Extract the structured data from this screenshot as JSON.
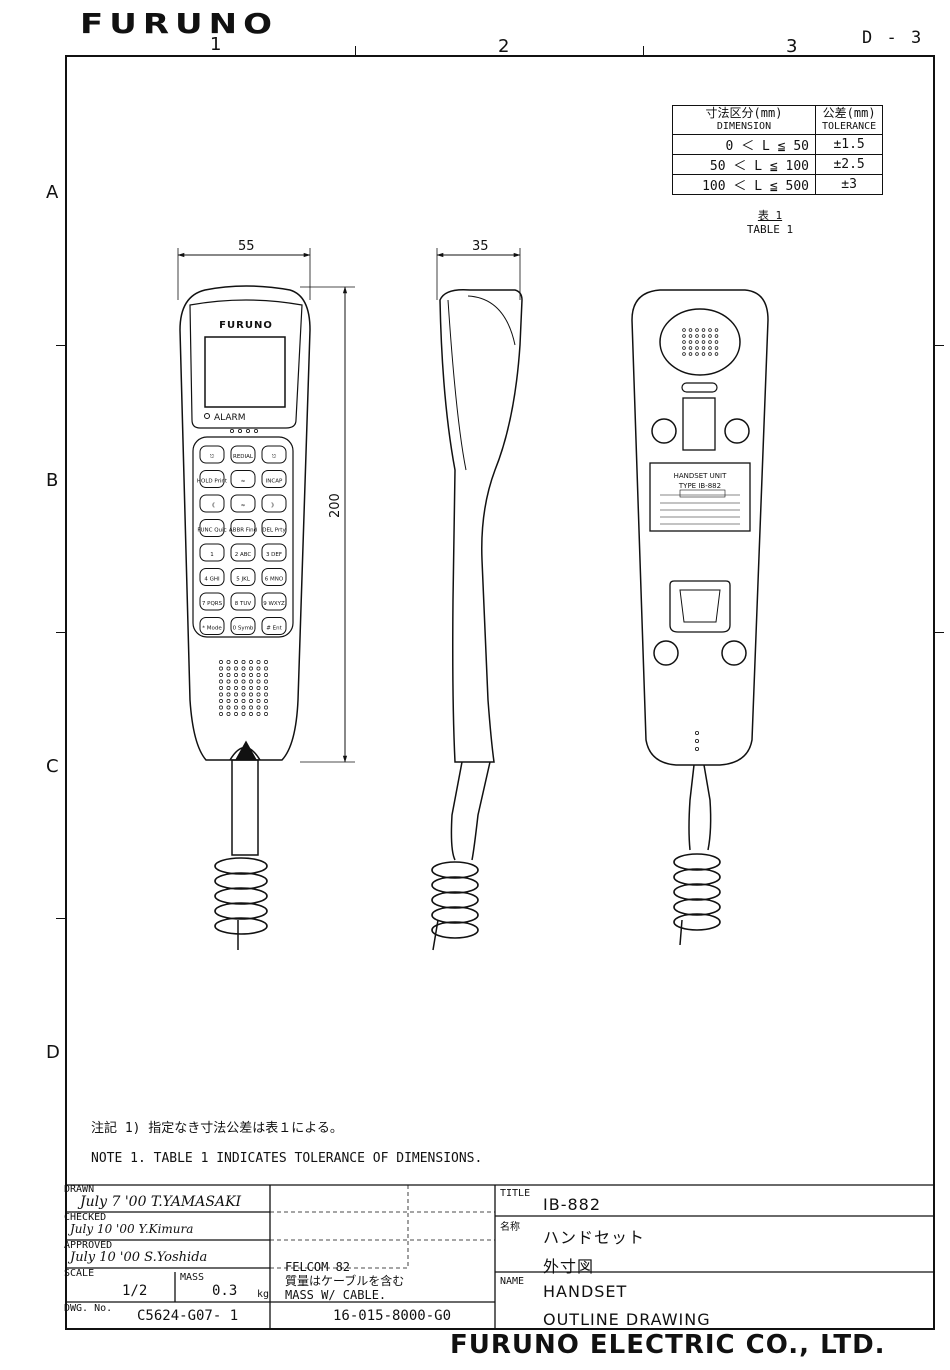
{
  "header": {
    "logo": "FURUNO",
    "page_id": "D - 3",
    "grid_cols": [
      "1",
      "2",
      "3"
    ],
    "grid_rows": [
      "A",
      "B",
      "C",
      "D"
    ]
  },
  "tolerance_table": {
    "col1_header": "寸法区分(mm)",
    "col1_sub": "DIMENSION",
    "col2_header": "公差(mm)",
    "col2_sub": "TOLERANCE",
    "rows": [
      {
        "range": "0 ＜ L ≦ 50",
        "tol": "±1.5"
      },
      {
        "range": "50 ＜ L ≦ 100",
        "tol": "±2.5"
      },
      {
        "range": "100 ＜ L ≦ 500",
        "tol": "±3"
      }
    ],
    "caption_jp": "表 1",
    "caption_en": "TABLE 1"
  },
  "dimensions": {
    "width": "55",
    "depth": "35",
    "height": "200"
  },
  "handset": {
    "brand": "FURUNO",
    "alarm": "ALARM",
    "keys": [
      [
        "⎋",
        "REDIAL",
        "⎋"
      ],
      [
        "HOLD Print",
        "≈",
        "INCAP"
      ],
      [
        "《",
        "≈",
        "》"
      ],
      [
        "FUNC Quic",
        "ABBR Find",
        "DEL Prty"
      ],
      [
        "1",
        "2 ABC",
        "3 DEF"
      ],
      [
        "4 GHI",
        "5 JKL",
        "6 MNO"
      ],
      [
        "7 PQRS",
        "8 TUV",
        "9 WXYZ"
      ],
      [
        "* Mode",
        "0 Symb",
        "# Ent"
      ]
    ],
    "label_plate": {
      "line1": "HANDSET UNIT",
      "line2": "TYPE IB-882"
    }
  },
  "notes": {
    "jp": "注記  1) 指定なき寸法公差は表１による。",
    "en": "NOTE 1. TABLE 1 INDICATES TOLERANCE OF DIMENSIONS."
  },
  "title_block": {
    "drawn_label": "DRAWN",
    "drawn_sig": "July 7 '00  T.YAMASAKI",
    "checked_label": "CHECKED",
    "checked_sig": "July 10 '00  Y.Kimura",
    "approved_label": "APPROVED",
    "approved_sig": "July 10 '00  S.Yoshida",
    "scale_label": "SCALE",
    "scale_value": "1/2",
    "mass_label": "MASS",
    "mass_value": "0.3",
    "mass_unit": "kg",
    "product": "FELCOM 82",
    "mass_note_jp": "質量はケーブルを含む",
    "mass_note_en": "MASS W/ CABLE.",
    "dwg_label": "DWG. No.",
    "dwg_no": "C5624-G07- 1",
    "part_no": "16-015-8000-G0",
    "title_label": "TITLE",
    "title_value": "IB-882",
    "name_jp_label": "名称",
    "name_jp_1": "ハンドセット",
    "name_jp_2": "外寸図",
    "name_label": "NAME",
    "name_1": "HANDSET",
    "name_2": "OUTLINE DRAWING"
  },
  "footer": "FURUNO ELECTRIC CO., LTD."
}
